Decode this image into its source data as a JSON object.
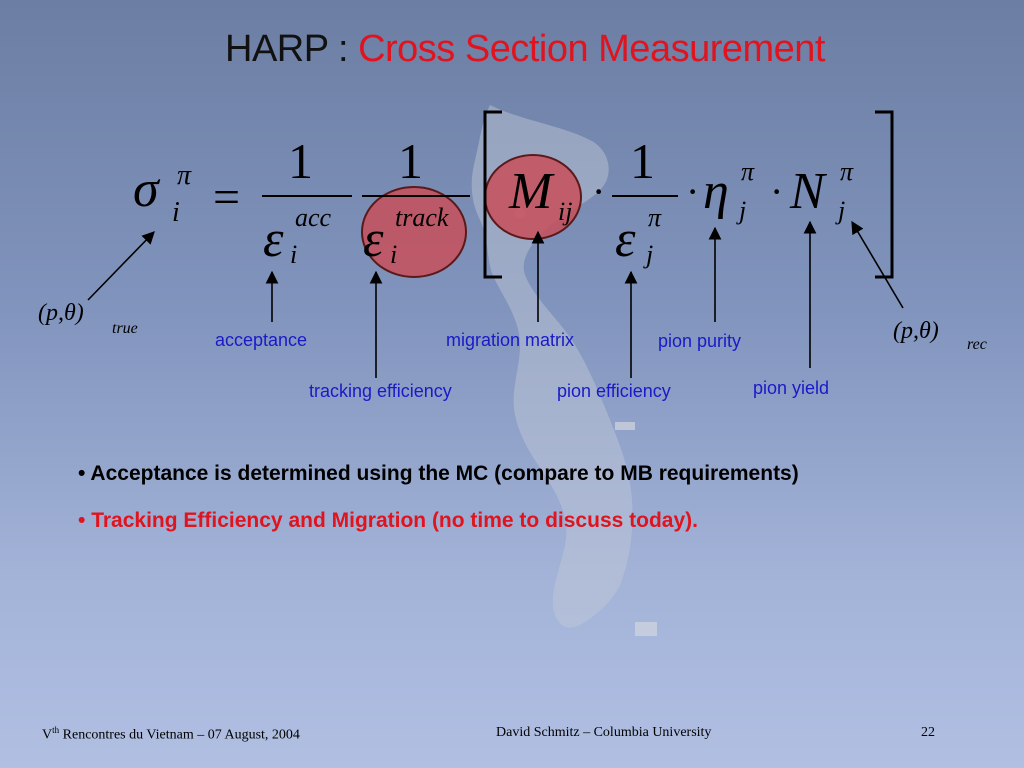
{
  "title": {
    "prefix": "HARP : ",
    "accent": "Cross Section Measurement"
  },
  "formula": {
    "lhs_symbol": "σ",
    "lhs_sup": "π",
    "lhs_sub": "i",
    "equals": "=",
    "frac1_num": "1",
    "frac1_den": "ε",
    "frac1_den_sup": "acc",
    "frac1_den_sub": "i",
    "frac2_num": "1",
    "frac2_den": "ε",
    "frac2_den_sup": "track",
    "frac2_den_sub": "i",
    "matrix_symbol": "M",
    "matrix_sub": "ij",
    "dot": "·",
    "frac3_num": "1",
    "frac3_den": "ε",
    "frac3_den_sup": "π",
    "frac3_den_sub": "j",
    "eta": "η",
    "eta_sup": "π",
    "eta_sub": "j",
    "N": "N",
    "N_sup": "π",
    "N_sub": "j",
    "true_var": "(p,θ)",
    "true_sub": "true",
    "rec_var": "(p,θ)",
    "rec_sub": "rec"
  },
  "labels": {
    "acceptance": "acceptance",
    "tracking_efficiency": "tracking efficiency",
    "migration_matrix": "migration matrix",
    "pion_efficiency": "pion efficiency",
    "pion_purity": "pion purity",
    "pion_yield": "pion yield"
  },
  "bullets": [
    {
      "marker": "•",
      "text": "Acceptance is determined using the MC (compare to MB requirements)"
    },
    {
      "marker": "•",
      "text": "Tracking Efficiency and Migration (no time to discuss today)."
    }
  ],
  "footer": {
    "left_prefix": "V",
    "left_sup": "th",
    "left_rest": " Rencontres du Vietnam – 07 August, 2004",
    "center": "David Schmitz – Columbia University",
    "page": "22"
  },
  "colors": {
    "title": "#111111",
    "accent": "#e0141e",
    "label": "#1a1ac8",
    "highlight": "#c8505a",
    "bullet_black": "#000000",
    "bullet_red": "#e0141e"
  }
}
